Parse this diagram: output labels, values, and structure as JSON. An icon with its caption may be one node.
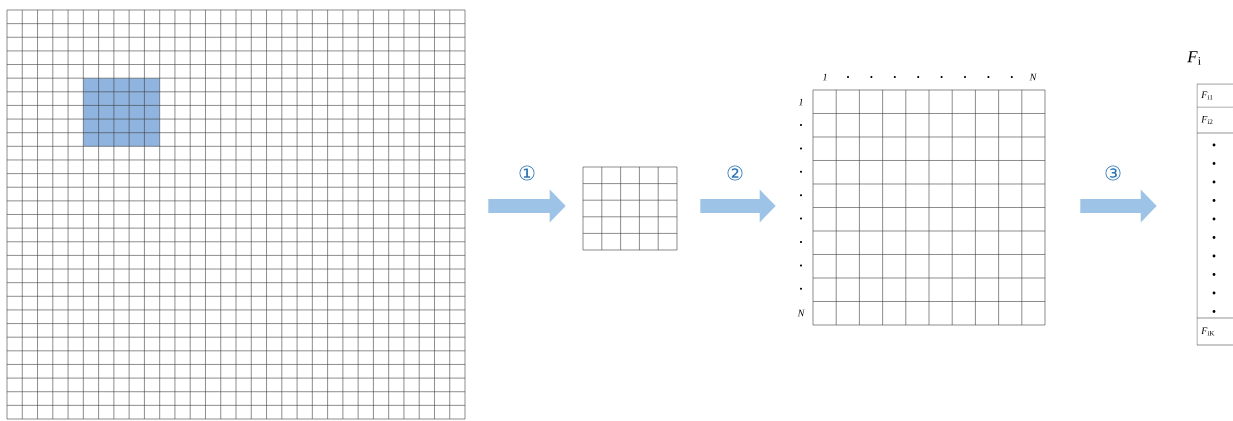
{
  "diagram": {
    "nodes": [
      {
        "text": [],
        "shape": "box"
      },
      {
        "text": [],
        "shape": "box"
      },
      {
        "text": [],
        "shape": "box",
        "beside": [
          "1",
          "N",
          "1",
          "N"
        ]
      },
      {
        "text": [
          "*F*$_{i}$",
          "*F*$_{i1}$",
          "*F*$_{i2}$",
          "*F*$_{iK}$"
        ]
      }
    ],
    "edges": [
      {
        "from": 0,
        "to": 1,
        "arrow": "to",
        "label": "①"
      },
      {
        "from": 1,
        "to": 2,
        "arrow": "to",
        "label": "②"
      },
      {
        "from": 2,
        "to": 3,
        "arrow": "to",
        "label": "③"
      }
    ]
  }
}
